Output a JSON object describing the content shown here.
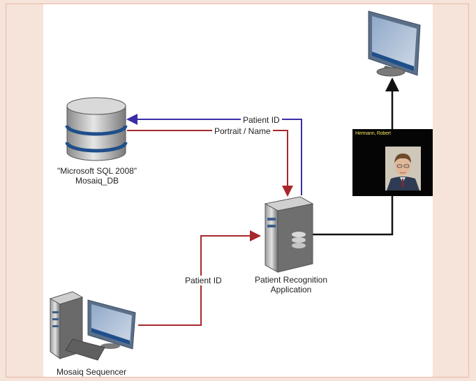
{
  "diagram": {
    "db_label_line1": "\"Microsoft SQL 2008\"",
    "db_label_line2": "Mosaiq_DB",
    "edge_patient_id_top": "Patient ID",
    "edge_portrait_name": "Portrait / Name",
    "edge_patient_id_left": "Patient ID",
    "server_label_line1": "Patient Recognition",
    "server_label_line2": "Application",
    "sequencer_label": "Mosaiq Sequencer",
    "display_name": "Hermann, Robert"
  },
  "colors": {
    "blue_arrow": "#3a2ea8",
    "red_arrow": "#a8272a",
    "black_arrow": "#111111",
    "background": "#f6e3da",
    "canvas": "#ffffff"
  }
}
